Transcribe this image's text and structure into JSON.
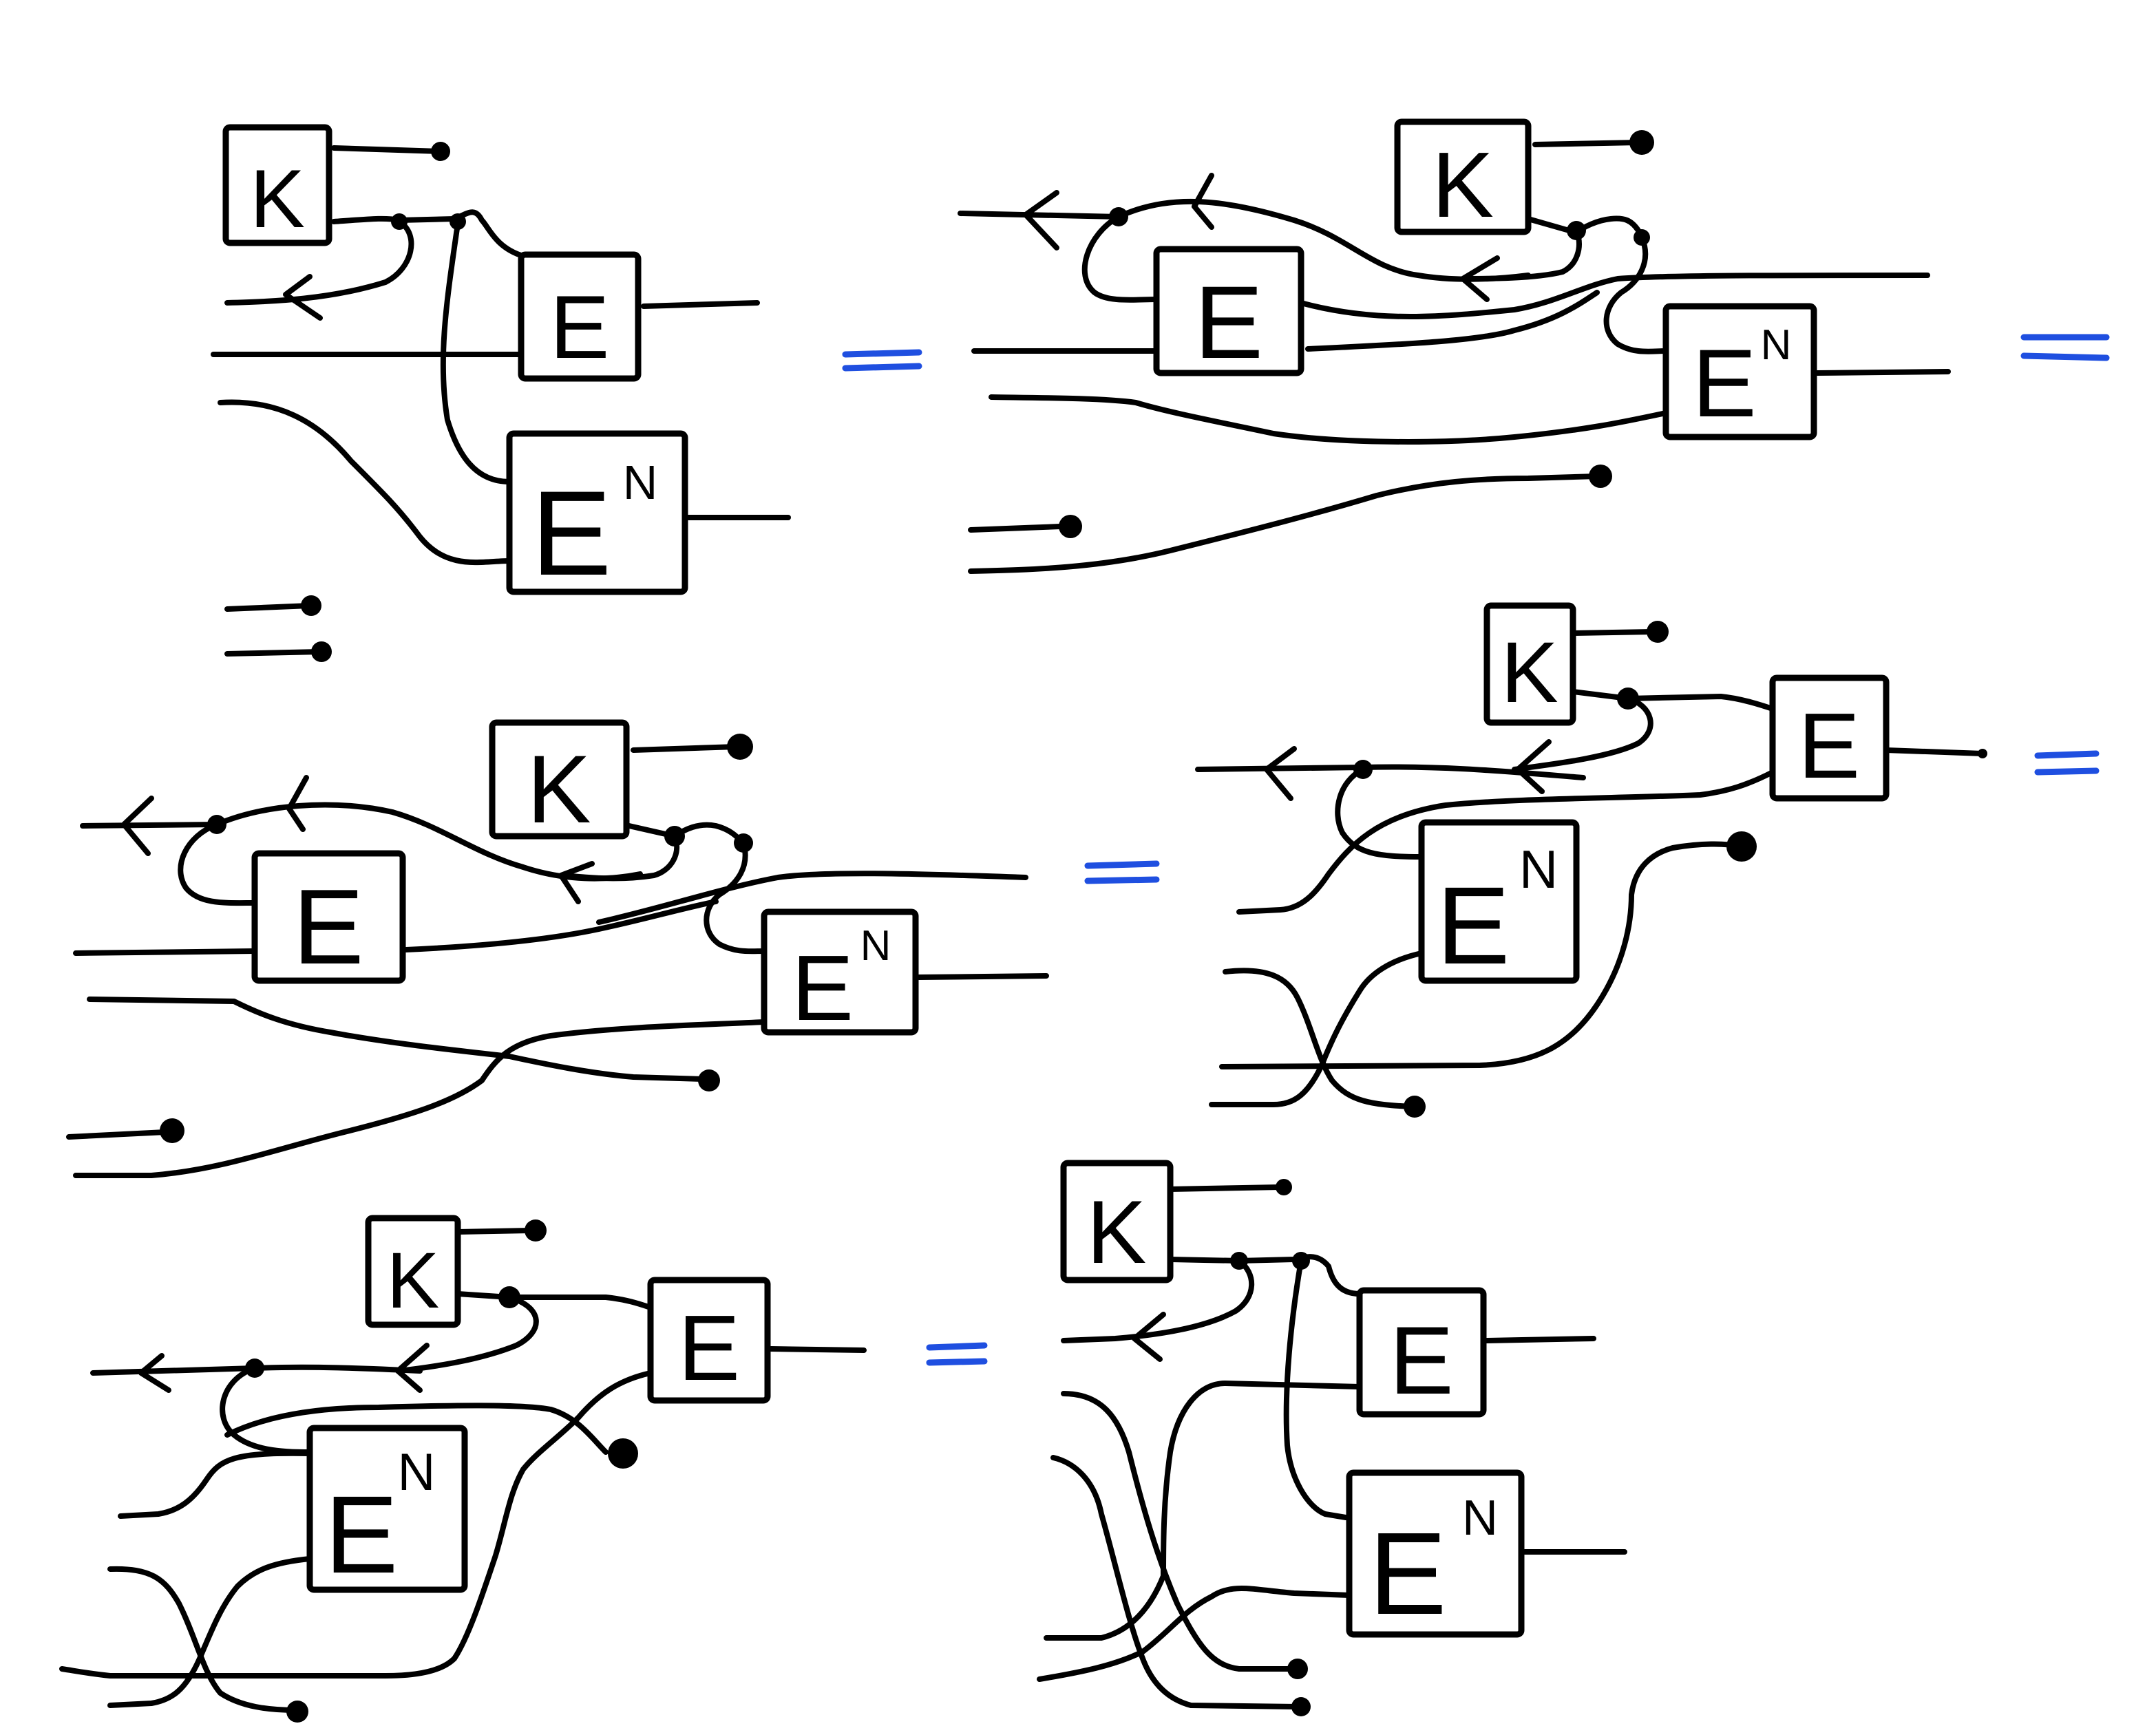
{
  "labels": {
    "k": "K",
    "e": "E",
    "e_main": "E",
    "n": "N"
  },
  "colors": {
    "ink": "#000000",
    "equals": "#1f4fe0",
    "background": "#ffffff"
  }
}
